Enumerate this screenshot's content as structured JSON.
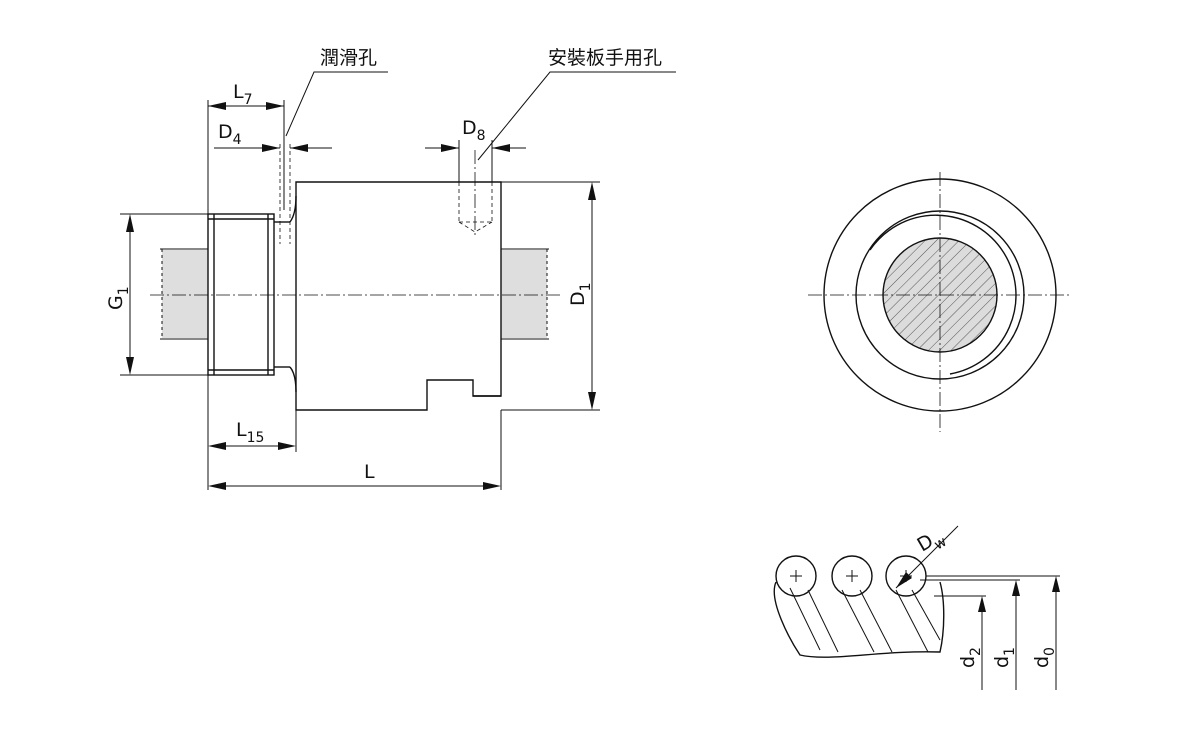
{
  "labels": {
    "lubrication_hole": "潤滑孔",
    "mounting_hole": "安裝板手用孔",
    "L7": {
      "main": "L",
      "sub": "7"
    },
    "D4": {
      "main": "D",
      "sub": "4"
    },
    "D8": {
      "main": "D",
      "sub": "8"
    },
    "G1": {
      "main": "G",
      "sub": "1"
    },
    "D1": {
      "main": "D",
      "sub": "1"
    },
    "L15": {
      "main": "L",
      "sub": "15"
    },
    "L": "L",
    "Dw": {
      "main": "D",
      "sub": "w"
    },
    "d2": {
      "main": "d",
      "sub": "2"
    },
    "d1": {
      "main": "d",
      "sub": "1"
    },
    "d0": {
      "main": "d",
      "sub": "0"
    }
  },
  "colors": {
    "line": "#111111",
    "shade": "#dedede",
    "background": "#ffffff"
  }
}
